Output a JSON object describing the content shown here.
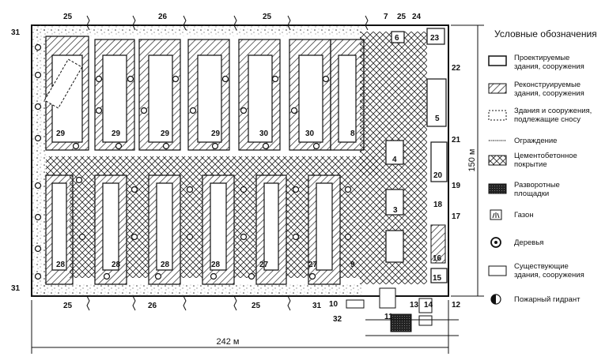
{
  "plan": {
    "width_label": "242 м",
    "height_label": "150 м",
    "callouts": [
      {
        "text": "25"
      },
      {
        "text": "26"
      },
      {
        "text": "25"
      },
      {
        "text": "7"
      },
      {
        "text": "25"
      },
      {
        "text": "24"
      },
      {
        "text": "31"
      },
      {
        "text": "6"
      },
      {
        "text": "23"
      },
      {
        "text": "22"
      },
      {
        "text": "29"
      },
      {
        "text": "29"
      },
      {
        "text": "29"
      },
      {
        "text": "29"
      },
      {
        "text": "30"
      },
      {
        "text": "30"
      },
      {
        "text": "8"
      },
      {
        "text": "5"
      },
      {
        "text": "21"
      },
      {
        "text": "4"
      },
      {
        "text": "20"
      },
      {
        "text": "19"
      },
      {
        "text": "3"
      },
      {
        "text": "18"
      },
      {
        "text": "17"
      },
      {
        "text": "28"
      },
      {
        "text": "28"
      },
      {
        "text": "28"
      },
      {
        "text": "28"
      },
      {
        "text": "27"
      },
      {
        "text": "27"
      },
      {
        "text": "9"
      },
      {
        "text": "16"
      },
      {
        "text": "15"
      },
      {
        "text": "31"
      },
      {
        "text": "25"
      },
      {
        "text": "26"
      },
      {
        "text": "25"
      },
      {
        "text": "31"
      },
      {
        "text": "10"
      },
      {
        "text": "13"
      },
      {
        "text": "14"
      },
      {
        "text": "12"
      },
      {
        "text": "32"
      },
      {
        "text": "11"
      }
    ]
  },
  "legend": {
    "title": "Условные обозначения",
    "items": [
      {
        "label_lines": [
          "Проектируемые",
          "здания, сооружения"
        ]
      },
      {
        "label_lines": [
          "Реконструируемые",
          "здания, сооружения"
        ]
      },
      {
        "label_lines": [
          "Здания и сооружения,",
          "подлежащие сносу"
        ]
      },
      {
        "label_lines": [
          "Ограждение"
        ]
      },
      {
        "label_lines": [
          "Цементобетонное",
          "покрытие"
        ]
      },
      {
        "label_lines": [
          "Разворотные",
          "площадки"
        ]
      },
      {
        "label_lines": [
          "Газон"
        ]
      },
      {
        "label_lines": [
          "Деревья"
        ]
      },
      {
        "label_lines": [
          "Существующие",
          "здания, сооружения"
        ]
      },
      {
        "label_lines": [
          "Пожарный гидрант"
        ]
      }
    ]
  }
}
